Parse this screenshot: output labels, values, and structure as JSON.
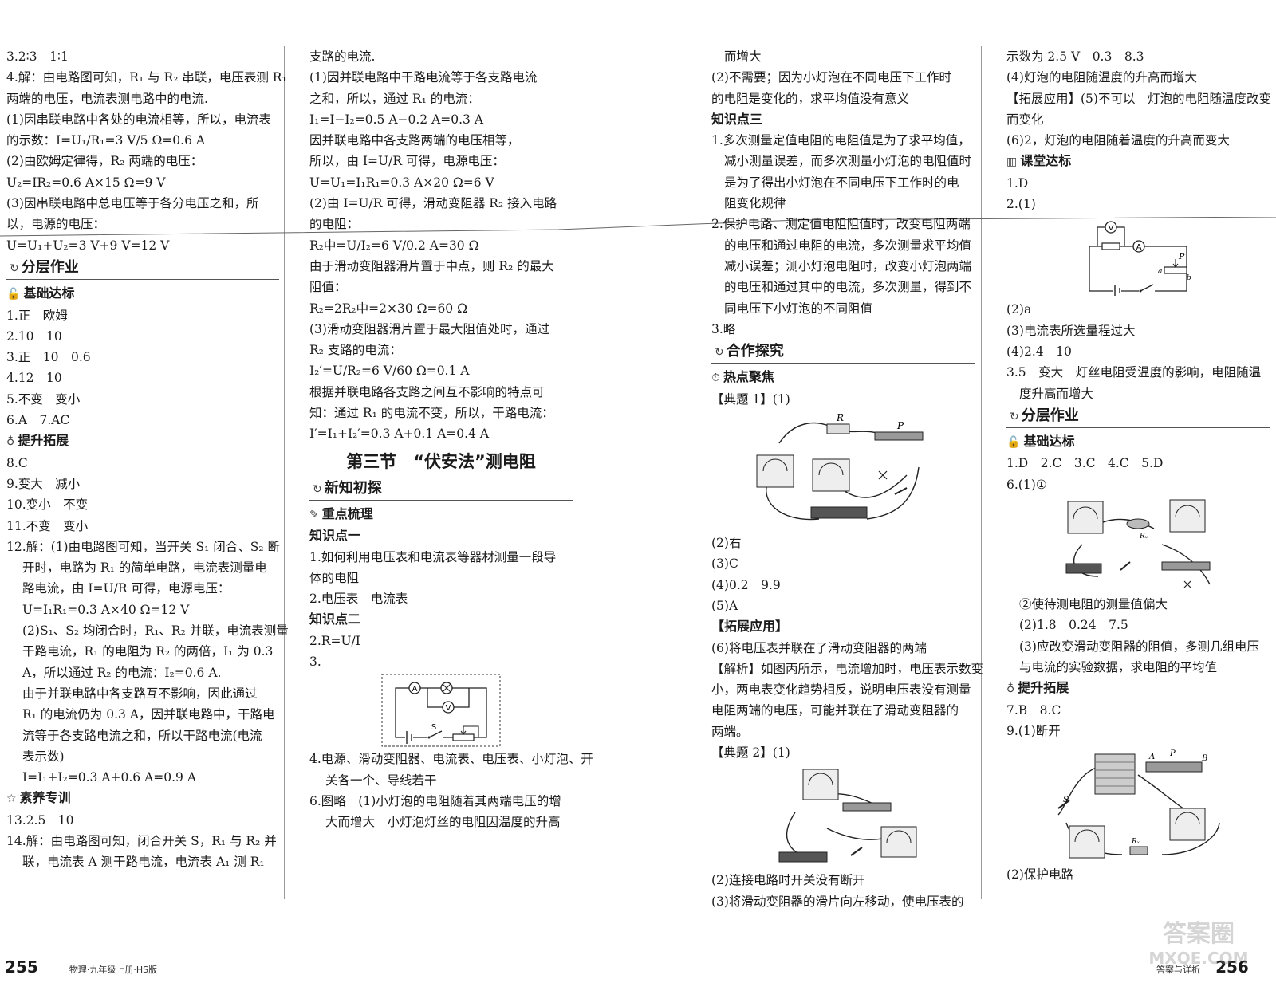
{
  "col1": {
    "l1": "3.2∶3　1∶1",
    "l2": "4.解：由电路图可知，R₁ 与 R₂ 串联，电压表测 R₁",
    "l3": "两端的电压，电流表测电路中的电流.",
    "l4": "(1)因串联电路中各处的电流相等，所以，电流表",
    "l5": "的示数：I=U₁/R₁=3 V/5 Ω=0.6 A",
    "l6": "(2)由欧姆定律得，R₂ 两端的电压：",
    "l7": "U₂=IR₂=0.6 A×15 Ω=9 V",
    "l8": "(3)因串联电路中总电压等于各分电压之和，所",
    "l9": "以，电源的电压：",
    "l10": "U=U₁+U₂=3 V+9 V=12 V",
    "sec1": "分层作业",
    "sub1": "基础达标",
    "a1": "1.正　欧姆",
    "a2": "2.10　10",
    "a3": "3.正　10　0.6",
    "a4": "4.12　10",
    "a5": "5.不变　变小",
    "a6": "6.A　7.AC",
    "sub2": "提升拓展",
    "b8": "8.C",
    "b9": "9.变大　减小",
    "b10": "10.变小　不变",
    "b11": "11.不变　变小",
    "b12a": "12.解：(1)由电路图可知，当开关 S₁ 闭合、S₂ 断",
    "b12b": "开时，电路为 R₁ 的简单电路，电流表测量电",
    "b12c": "路电流，由 I=U/R 可得，电源电压：",
    "b12d": "U=I₁R₁=0.3 A×40 Ω=12 V",
    "b12e": "(2)S₁、S₂ 均闭合时，R₁、R₂ 并联，电流表测量",
    "b12f": "干路电流，R₁ 的电阻为 R₂ 的两倍，I₁ 为 0.3",
    "b12g": "A，所以通过 R₂ 的电流：I₂=0.6 A.",
    "b12h": "由于并联电路中各支路互不影响，因此通过",
    "b12i": "R₁ 的电流仍为 0.3 A，因并联电路中，干路电",
    "b12j": "流等于各支路电流之和，所以干路电流(电流",
    "b12k": "表示数)",
    "b12l": "I=I₁+I₂=0.3 A+0.6 A=0.9 A",
    "sub3": "素养专训",
    "c13": "13.2.5　10",
    "c14a": "14.解：由电路图可知，闭合开关 S，R₁ 与 R₂ 并",
    "c14b": "联，电流表 A 测干路电流，电流表 A₁ 测 R₁"
  },
  "col2": {
    "l1": "支路的电流.",
    "l2": "(1)因并联电路中干路电流等于各支路电流",
    "l3": "之和，所以，通过 R₁ 的电流：",
    "l4": "I₁=I−I₂=0.5 A−0.2 A=0.3 A",
    "l5": "因并联电路中各支路两端的电压相等，",
    "l6": "所以，由 I=U/R 可得，电源电压：",
    "l7": "U=U₁=I₁R₁=0.3 A×20 Ω=6 V",
    "l8": "(2)由 I=U/R 可得，滑动变阻器 R₂ 接入电路",
    "l9": "的电阻：",
    "l10": "R₂中=U/I₂=6 V/0.2 A=30 Ω",
    "l11": "由于滑动变阻器滑片置于中点，则 R₂ 的最大",
    "l12": "阻值：",
    "l13": "R₂=2R₂中=2×30 Ω=60 Ω",
    "l14": "(3)滑动变阻器滑片置于最大阻值处时，通过",
    "l15": "R₂ 支路的电流：",
    "l16": "I₂′=U/R₂=6 V/60 Ω=0.1 A",
    "l17": "根据并联电路各支路之间互不影响的特点可",
    "l18": "知：通过 R₁ 的电流不变，所以，干路电流：",
    "l19": "I′=I₁+I₂′=0.3 A+0.1 A=0.4 A",
    "title": "第三节　“伏安法”测电阻",
    "sec1": "新知初探",
    "sub1": "重点梳理",
    "k1": "知识点一",
    "k1a": "1.如何利用电压表和电流表等器材测量一段导",
    "k1b": "体的电阻",
    "k1c": "2.电压表　电流表",
    "k2": "知识点二",
    "k2a": "2.R=U/I",
    "k2b": "3.",
    "k4a": "4.电源、滑动变阻器、电流表、电压表、小灯泡、开",
    "k4b": "关各一个、导线若干",
    "k6a": "6.图略　(1)小灯泡的电阻随着其两端电压的增",
    "k6b": "大而增大　小灯泡灯丝的电阻因温度的升高"
  },
  "col3": {
    "l1": "而增大",
    "l2": "(2)不需要；因为小灯泡在不同电压下工作时",
    "l3": "的电阻是变化的，求平均值没有意义",
    "k3": "知识点三",
    "k3a": "1.多次测量定值电阻的电阻值是为了求平均值，",
    "k3b": "减小测量误差，而多次测量小灯泡的电阻值时",
    "k3c": "是为了得出小灯泡在不同电压下工作时的电",
    "k3d": "阻变化规律",
    "k3e": "2.保护电路、测定值电阻阻值时，改变电阻两端",
    "k3f": "的电压和通过电阻的电流，多次测量求平均值",
    "k3g": "减小误差；测小灯泡电阻时，改变小灯泡两端",
    "k3h": "的电压和通过其中的电流，多次测量，得到不",
    "k3i": "同电压下小灯泡的不同阻值",
    "k3j": "3.略",
    "sec1": "合作探究",
    "sub1": "热点聚焦",
    "d1": "【典题 1】(1)",
    "d2": "(2)右",
    "d3": "(3)C",
    "d4": "(4)0.2　9.9",
    "d5": "(5)A",
    "d6": "【拓展应用】",
    "d7": "(6)将电压表并联在了滑动变阻器的两端",
    "d8": "【解析】如图丙所示，电流增加时，电压表示数变",
    "d9": "小，两电表变化趋势相反，说明电压表没有测量",
    "d10": "电阻两端的电压，可能并联在了滑动变阻器的",
    "d11": "两端。",
    "e1": "【典题 2】(1)",
    "e2": "(2)连接电路时开关没有断开",
    "e3": "(3)将滑动变阻器的滑片向左移动，使电压表的"
  },
  "col4": {
    "l1": "示数为 2.5 V　0.3　8.3",
    "l2": "(4)灯泡的电阻随温度的升高而增大",
    "l3": "【拓展应用】(5)不可以　灯泡的电阻随温度改变",
    "l4": "而变化",
    "l5": "(6)2，灯泡的电阻随着温度的升高而变大",
    "sub1": "课堂达标",
    "l6": "1.D",
    "l7": "2.(1)",
    "l8": "(2)a",
    "l9": "(3)电流表所选量程过大",
    "l10": "(4)2.4　10",
    "l11": "3.5　变大　灯丝电阻受温度的影响，电阻随温",
    "l12": "度升高而增大",
    "sec1": "分层作业",
    "sub2": "基础达标",
    "m1": "1.D　2.C　3.C　4.C　5.D",
    "m2": "6.(1)①",
    "m3": "②使待测电阻的测量值偏大",
    "m4": "(2)1.8　0.24　7.5",
    "m5": "(3)应改变滑动变阻器的阻值，多测几组电压",
    "m6": "与电流的实验数据，求电阻的平均值",
    "sub3": "提升拓展",
    "m7": "7.B　8.C",
    "m8": "9.(1)断开",
    "m9": "(2)保护电路"
  },
  "figs": {
    "c2_A": "A",
    "c2_V": "V",
    "c2_S": "S",
    "c3_R": "R",
    "c3_P": "P",
    "c4_V": "V",
    "c4_A": "A",
    "c4_P": "P",
    "c4_a": "a",
    "c4_b": "b",
    "c4_Rx": "Rₓ",
    "c4_Rx2": "Rₓ",
    "c4_S": "S",
    "c4_A2": "A",
    "c4_P2": "P",
    "c4_B2": "B"
  },
  "footer": {
    "page_left": "255",
    "note_left": "物理·九年级上册·HS版",
    "note_right": "答案与详析",
    "page_right": "256"
  },
  "watermark": {
    "line1": "答案圈",
    "line2": "MXQE.COM"
  }
}
